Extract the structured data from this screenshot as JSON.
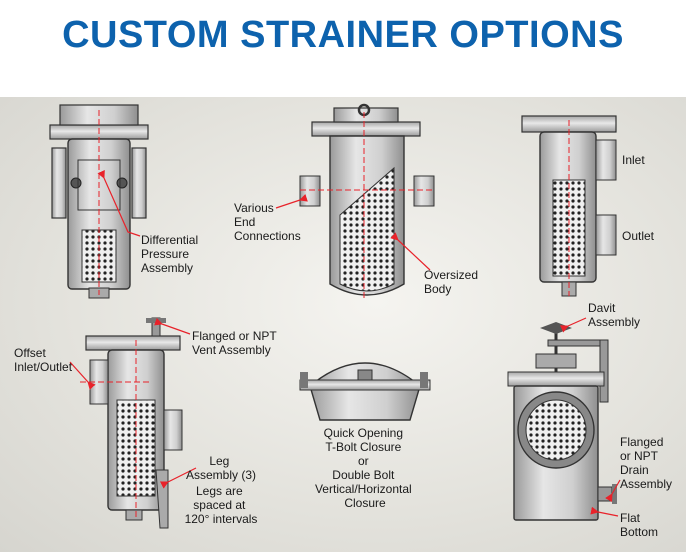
{
  "title": "CUSTOM STRAINER OPTIONS",
  "labels": {
    "differential_pressure": [
      "Differential",
      "Pressure",
      "Assembly"
    ],
    "various_end": [
      "Various",
      "End",
      "Connections"
    ],
    "oversized_body": [
      "Oversized",
      "Body"
    ],
    "inlet": "Inlet",
    "outlet": "Outlet",
    "offset": [
      "Offset",
      "Inlet/Outlet"
    ],
    "flanged_vent": [
      "Flanged or NPT",
      "Vent Assembly"
    ],
    "leg_assembly": [
      "Leg",
      "Assembly (3)"
    ],
    "legs_spaced": [
      "Legs are",
      "spaced at",
      "120° intervals"
    ],
    "quick_opening": [
      "Quick Opening",
      "T-Bolt Closure",
      "or",
      "Double Bolt",
      "Vertical/Horizontal",
      "Closure"
    ],
    "davit": [
      "Davit",
      "Assembly"
    ],
    "drain": [
      "Flanged",
      "or NPT",
      "Drain",
      "Assembly"
    ],
    "flat_bottom": [
      "Flat",
      "Bottom"
    ]
  },
  "colors": {
    "title": "#0d62ad",
    "accent": "#e8222a",
    "metal": "#c9c9c9"
  }
}
